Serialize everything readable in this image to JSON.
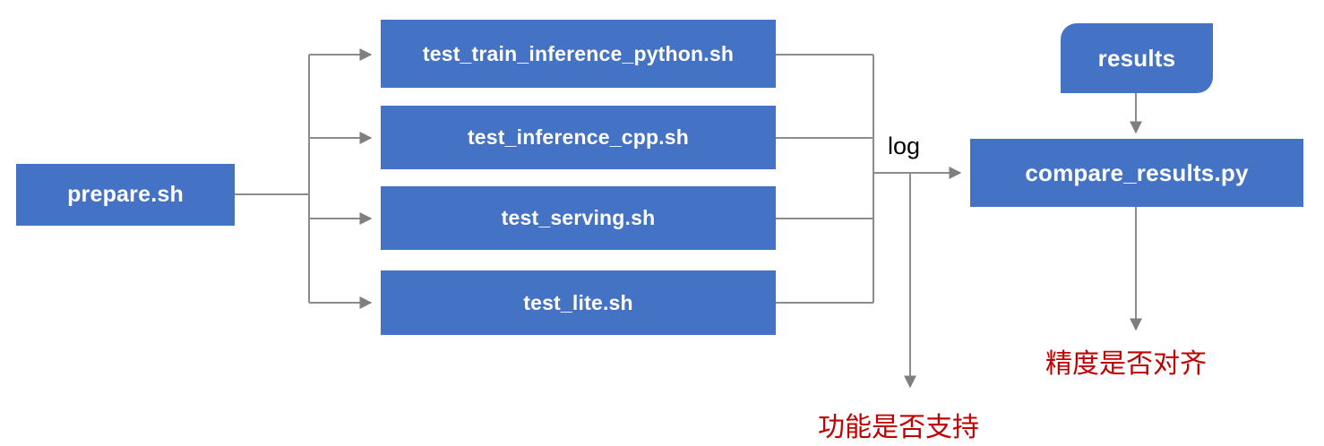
{
  "diagram": {
    "title": "test tooling pipeline flowchart",
    "colors": {
      "node_fill": "#4472C4",
      "node_text": "#FFFFFF",
      "connector": "#8C8C8C",
      "annotation_text": "#C00000",
      "edge_label_text": "#000000",
      "background": "#FFFFFF"
    },
    "entry": {
      "label": "prepare.sh"
    },
    "steps": [
      {
        "label": "test_train_inference_python.sh"
      },
      {
        "label": "test_inference_cpp.sh"
      },
      {
        "label": "test_serving.sh"
      },
      {
        "label": "test_lite.sh"
      }
    ],
    "edge_labels": {
      "log": "log"
    },
    "results_node": {
      "label": "results"
    },
    "compare_node": {
      "label": "compare_results.py"
    },
    "annotations": [
      {
        "label": "功能是否支持"
      },
      {
        "label": "精度是否对齐"
      }
    ]
  }
}
